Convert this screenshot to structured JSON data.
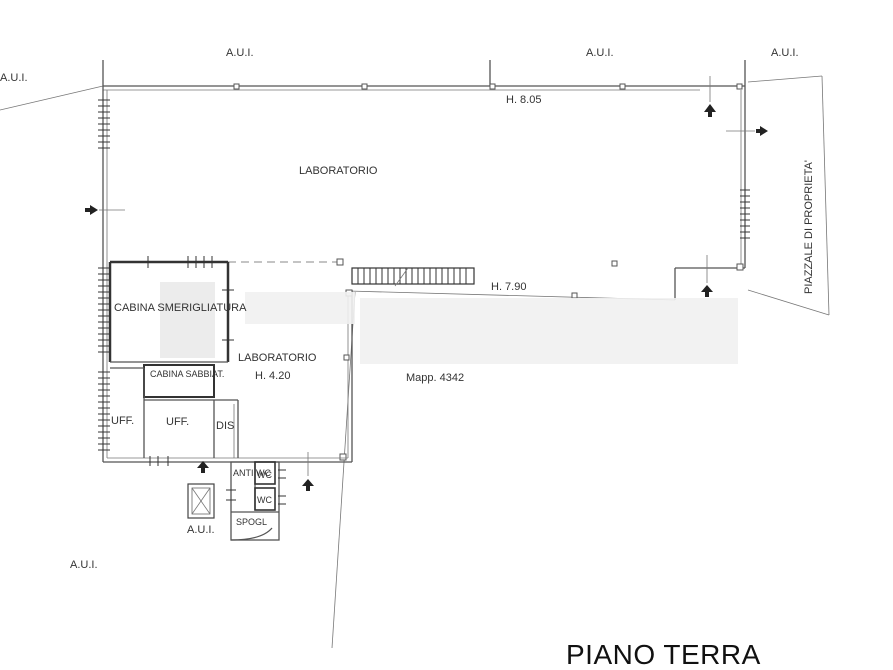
{
  "labels": {
    "aui_top_left": "A.U.I.",
    "aui_top_mid": "A.U.I.",
    "aui_top_right1": "A.U.I.",
    "aui_top_right2": "A.U.I.",
    "aui_bottom_left": "A.U.I.",
    "aui_box": "A.U.I.",
    "laboratorio_main": "LABORATORIO",
    "height_main": "H. 8.05",
    "height_mid": "H. 7.90",
    "laboratorio_small": "LABORATORIO",
    "height_small": "H. 4.20",
    "cabina_smerigliatura": "CABINA SMERIGLIATURA",
    "cabina_sabbiat": "CABINA SABBIAT.",
    "uff_1": "UFF.",
    "uff_2": "UFF.",
    "dis": "DIS",
    "anti_wc": "ANTI WC",
    "wc_1": "WC",
    "wc_2": "WC",
    "spogl": "SPOGL",
    "mapp": "Mapp. 4342",
    "piazzale": "PIAZZALE DI PROPRIETA'",
    "title": "PIANO TERRA"
  }
}
